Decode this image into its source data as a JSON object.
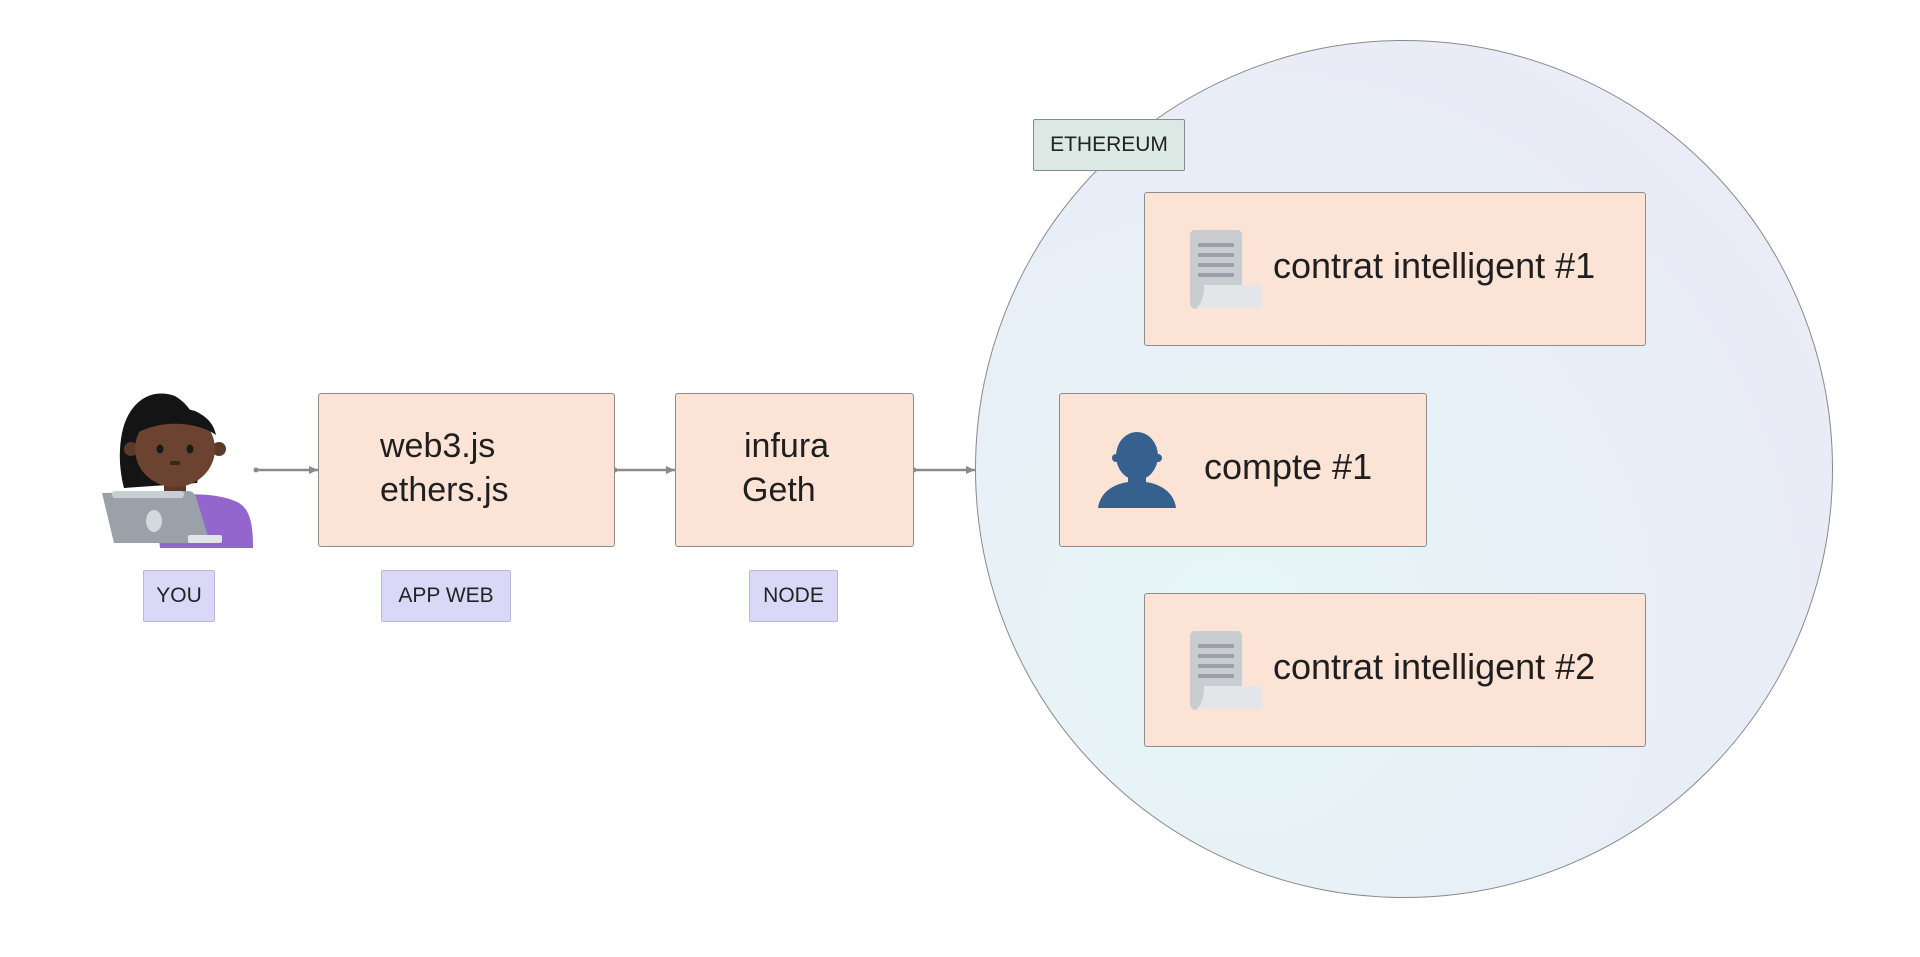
{
  "nodes": {
    "web_app": {
      "lines": [
        "web3.js",
        "ethers.js"
      ]
    },
    "node": {
      "lines": [
        "infura",
        "Geth"
      ]
    }
  },
  "tags": {
    "you": "YOU",
    "app_web": "APP WEB",
    "node": "NODE",
    "ethereum": "ETHEREUM"
  },
  "ethereum": {
    "items": [
      {
        "label": "contrat intelligent #1",
        "icon": "document-icon"
      },
      {
        "label": "compte #1",
        "icon": "user-silhouette-icon"
      },
      {
        "label": "contrat intelligent #2",
        "icon": "document-icon"
      }
    ]
  },
  "icons": {
    "user": "woman-with-laptop-icon"
  },
  "colors": {
    "box_fill": "#fbe3d6",
    "tag_fill": "#d9d8f7",
    "ethereum_tag_fill": "#dbe8e4",
    "account_icon": "#36618e",
    "arrow": "#8a8a8a"
  }
}
